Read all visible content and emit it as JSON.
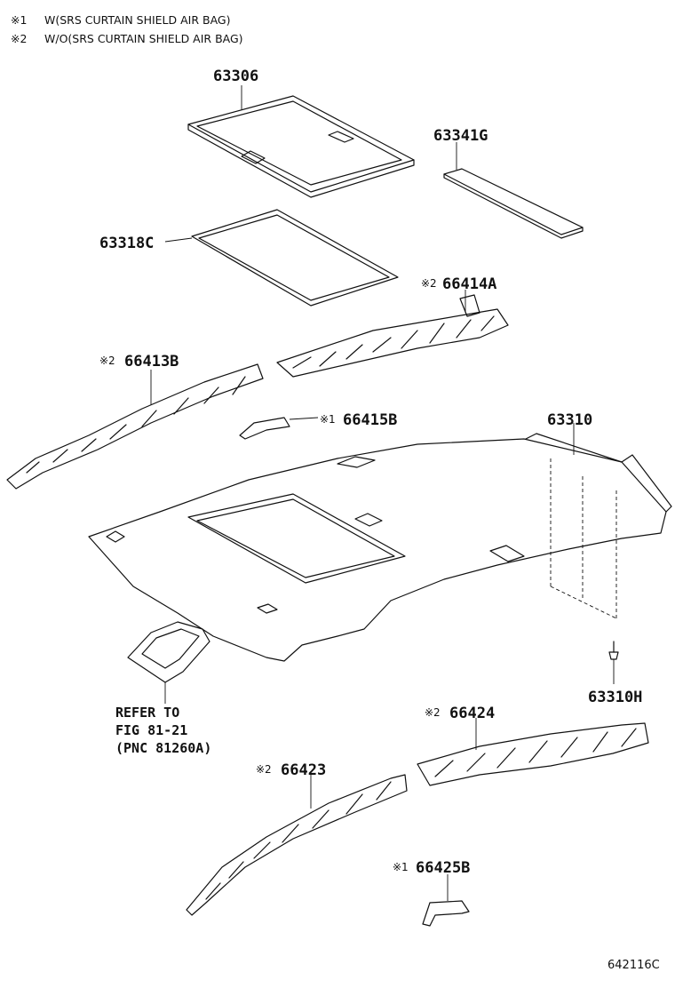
{
  "notes": [
    {
      "mark": "※1",
      "text": "W(SRS CURTAIN SHIELD AIR BAG)"
    },
    {
      "mark": "※2",
      "text": "W/O(SRS CURTAIN SHIELD AIR BAG)"
    }
  ],
  "parts": {
    "p63306": {
      "number": "63306"
    },
    "p63341G": {
      "number": "63341G"
    },
    "p63318C": {
      "number": "63318C"
    },
    "p66414A": {
      "mark": "※2",
      "number": "66414A"
    },
    "p66413B": {
      "mark": "※2",
      "number": "66413B"
    },
    "p66415B": {
      "mark": "※1",
      "number": "66415B"
    },
    "p63310": {
      "number": "63310"
    },
    "p63310H": {
      "number": "63310H"
    },
    "p66424": {
      "mark": "※2",
      "number": "66424"
    },
    "p66423": {
      "mark": "※2",
      "number": "66423"
    },
    "p66425B": {
      "mark": "※1",
      "number": "66425B"
    }
  },
  "reference": {
    "line1": "REFER TO",
    "line2": "FIG 81-21",
    "line3": "(PNC 81260A)"
  },
  "figure_code": "642116C"
}
